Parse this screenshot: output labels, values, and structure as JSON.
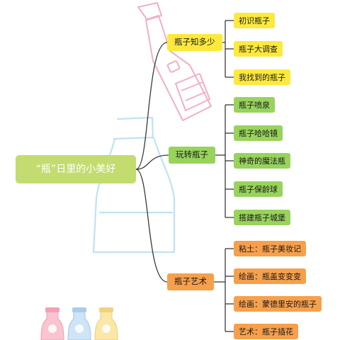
{
  "colors": {
    "line": "#3a3a3a",
    "root_bg": "#c2dc6f",
    "yellow": "#fde93d",
    "green": "#98d35c",
    "orange": "#f6a04c"
  },
  "root": {
    "label": "“瓶”日里的小美好"
  },
  "branches": [
    {
      "label": "瓶子知多少",
      "color": "yellow",
      "children": [
        "初识瓶子",
        "瓶子大调查",
        "我找到的瓶子"
      ]
    },
    {
      "label": "玩转瓶子",
      "color": "green",
      "children": [
        "瓶子喷泉",
        "瓶子哈哈镜",
        "神奇的魔法瓶",
        "瓶子保龄球",
        "搭建瓶子城堡"
      ]
    },
    {
      "label": "瓶子艺术",
      "color": "orange",
      "children": [
        "粘土：瓶子美妆记",
        "绘画：瓶盖变变变",
        "绘画：蒙德里安的瓶子",
        "艺术：瓶子插花"
      ]
    }
  ],
  "decorations": [
    "bottle-sketch-pink",
    "bottle-sketch-blue",
    "milk-bottles-row"
  ]
}
